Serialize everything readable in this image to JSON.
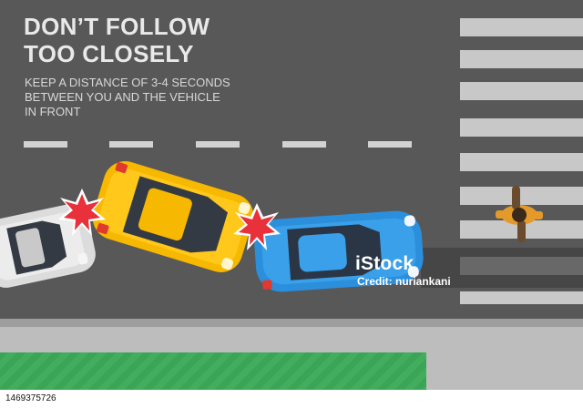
{
  "heading": {
    "title_lines": [
      "DON’T FOLLOW",
      "TOO CLOSELY"
    ],
    "subtitle_lines": [
      "KEEP A DISTANCE OF 3-4 SECONDS",
      "BETWEEN YOU AND THE VEHICLE",
      "IN FRONT"
    ]
  },
  "watermark": {
    "logo": "iStock",
    "credit": "Credit: nuriankani"
  },
  "stock_id": "1469375726",
  "colors": {
    "road": "#585858",
    "lane_marking": "#d2d2d2",
    "sidewalk": "#bdbdbd",
    "grass": "#3aa556",
    "yellow_car": "#f6b800",
    "blue_car": "#2b8fdc",
    "white_car": "#dcdcdc",
    "collision_burst": "#e8313a"
  },
  "icons": [
    "collision-burst-icon",
    "pedestrian-icon"
  ]
}
